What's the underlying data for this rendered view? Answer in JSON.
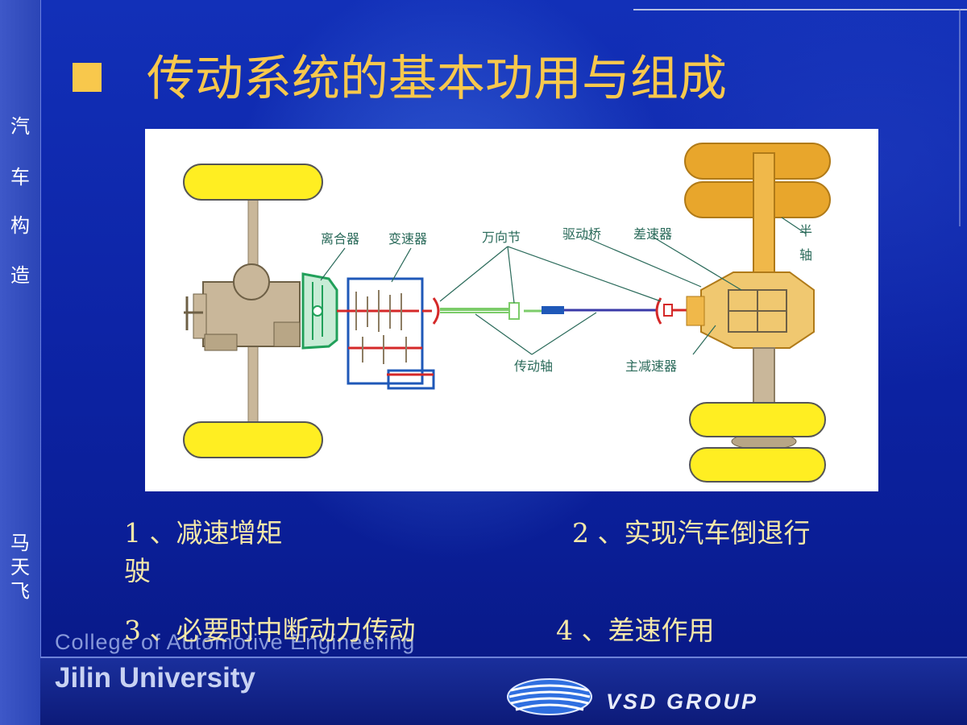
{
  "sidebar": {
    "course_chars": [
      "汽",
      "车",
      "构",
      "造"
    ],
    "author_chars": [
      "马",
      "天",
      "飞"
    ]
  },
  "slide": {
    "title": "传动系统的基本功用与组成",
    "bullet_color": "#f8c84c"
  },
  "diagram": {
    "labels": {
      "clutch": "离合器",
      "gearbox": "变速器",
      "universal_joint": "万向节",
      "drive_axle": "驱动桥",
      "differential": "差速器",
      "half_shaft_1": "半",
      "half_shaft_2": "轴",
      "drive_shaft": "传动轴",
      "main_reducer": "主减速器"
    }
  },
  "points": {
    "p1": "1 、减速增矩",
    "p2": "2 、实现汽车倒退行",
    "p2_cont": "驶",
    "p3": "3 、必要时中断动力传动",
    "p4": "4 、差速作用"
  },
  "footer": {
    "college": "College of Automotive Engineering",
    "university": "Jilin University",
    "brand": "VSD GROUP"
  },
  "colors": {
    "tire": "#ffee22",
    "engine": "#c9b79a",
    "axle": "#e8a62c",
    "clutch": "#21a05a",
    "gearbox": "#1f58b8",
    "shaft": "#7ccc6a",
    "label": "#2a6a5a"
  }
}
